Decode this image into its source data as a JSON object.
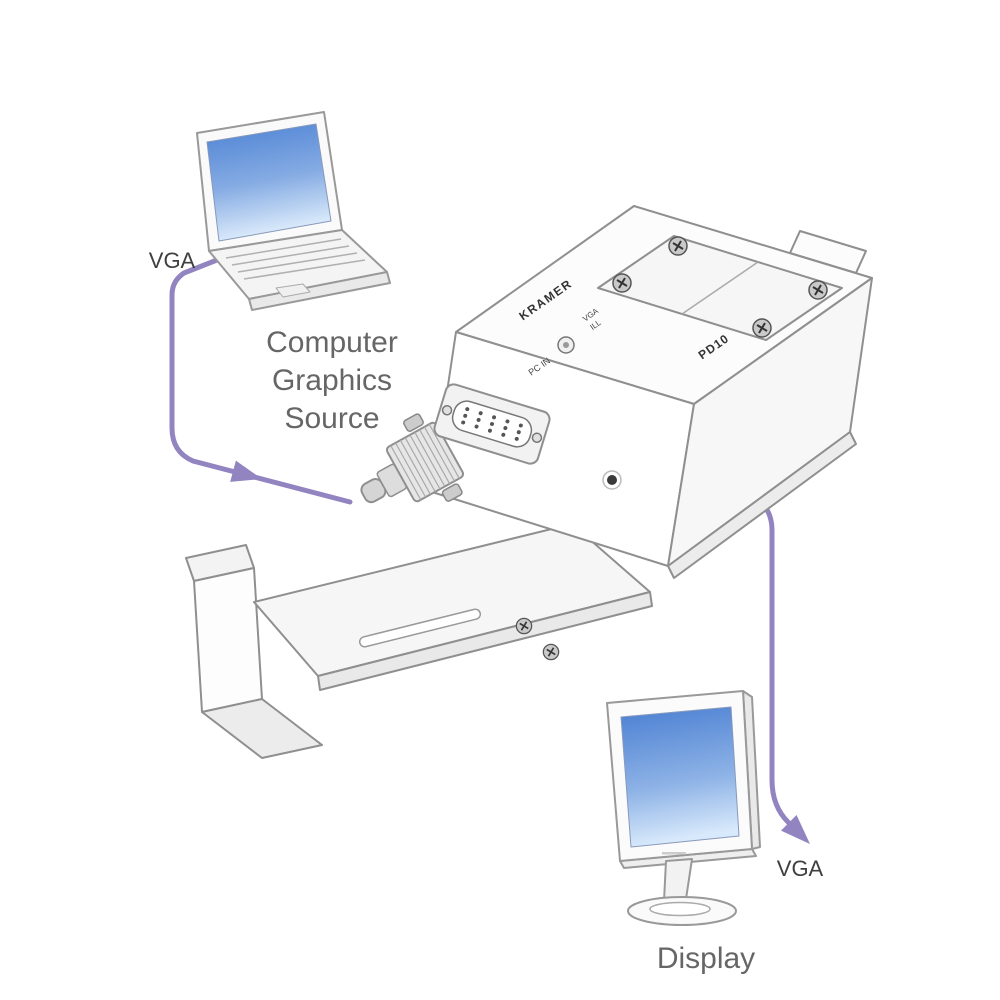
{
  "source": {
    "vga_label": "VGA",
    "caption": [
      "Computer",
      "Graphics",
      "Source"
    ]
  },
  "device": {
    "brand": "KRAMER",
    "model": "PD10",
    "labels": {
      "vga": "VGA",
      "ill": "ILL",
      "pc_in": "PC IN"
    }
  },
  "display": {
    "vga_label": "VGA",
    "caption": "Display"
  },
  "colors": {
    "cable": "#9184c0",
    "outline": "#8f8f8f",
    "screen_blue_top": "#4a7fd2",
    "screen_blue_bottom": "#dcebfb",
    "caption_text": "#666666",
    "label_text": "#3f3f3f"
  }
}
